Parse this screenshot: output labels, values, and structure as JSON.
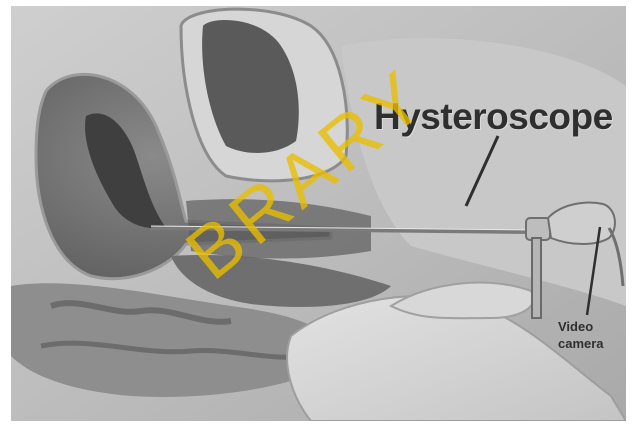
{
  "labels": {
    "instrument": "Hysteroscope",
    "camera_line1": "Video",
    "camera_line2": "camera"
  },
  "watermark": "BRARY",
  "colors": {
    "background": "#ffffff",
    "label_text": "#2f2f2f",
    "watermark": "#e8be00",
    "tissue_dark": "#4a4a4a",
    "tissue_light": "#d0d0d0"
  }
}
